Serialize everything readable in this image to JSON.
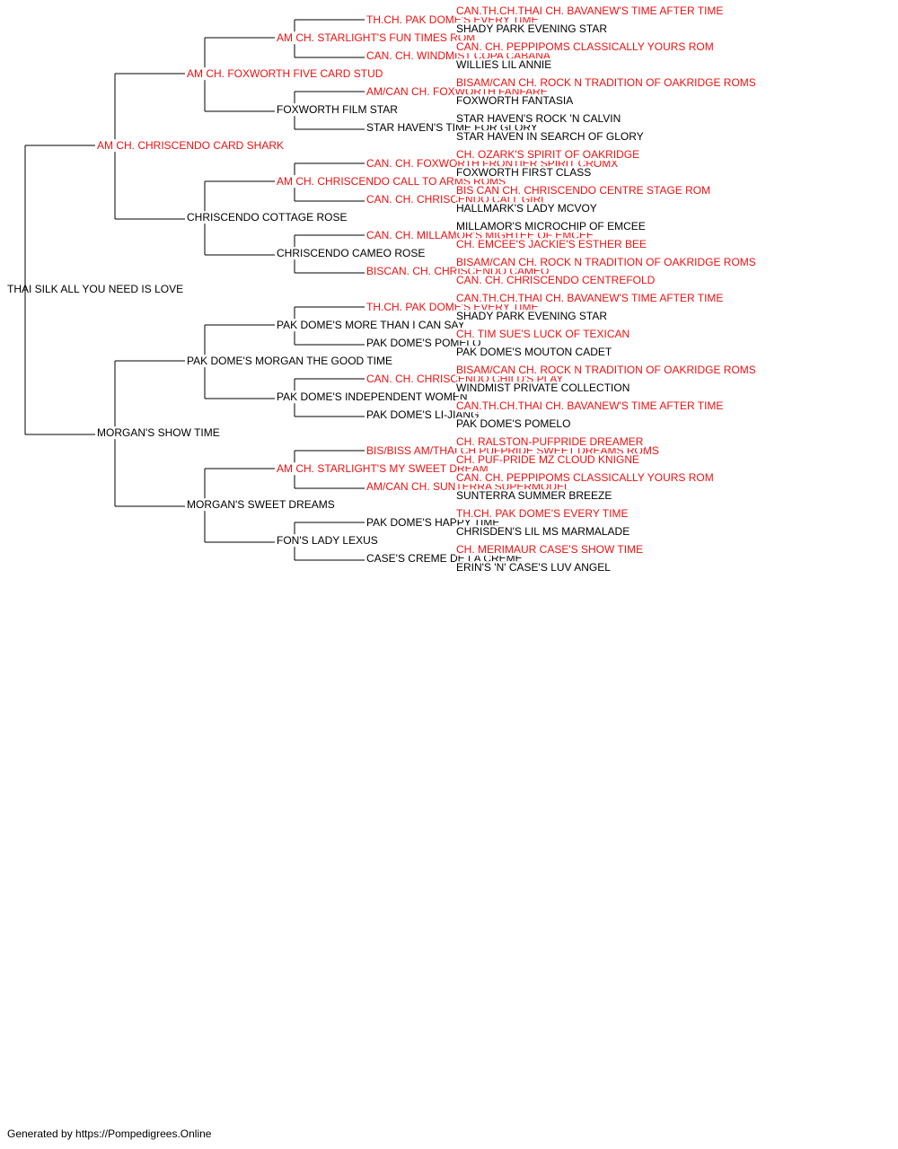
{
  "colors": {
    "champion": "#ee1111",
    "normal": "#000000",
    "line": "#000000"
  },
  "footer": "Generated by https://Pompedigrees.Online",
  "pedigree": {
    "name": "THAI SILK ALL YOU NEED IS LOVE",
    "ch": false,
    "sire": {
      "name": "AM CH. CHRISCENDO CARD SHARK",
      "ch": true,
      "sire": {
        "name": "AM CH. FOXWORTH FIVE CARD STUD",
        "ch": true,
        "sire": {
          "name": "AM CH. STARLIGHT'S FUN TIMES ROM",
          "ch": true,
          "sire": {
            "name": "TH.CH. PAK DOME'S EVERY TIME",
            "ch": true,
            "sire": {
              "name": "CAN.TH.CH.THAI CH. BAVANEW'S TIME AFTER TIME",
              "ch": true
            },
            "dam": {
              "name": "SHADY PARK EVENING STAR",
              "ch": false
            }
          },
          "dam": {
            "name": "CAN. CH. WINDMIST COPA CABANA",
            "ch": true,
            "sire": {
              "name": "CAN. CH. PEPPIPOMS CLASSICALLY YOURS ROM",
              "ch": true
            },
            "dam": {
              "name": "WILLIES LIL ANNIE",
              "ch": false
            }
          }
        },
        "dam": {
          "name": "FOXWORTH FILM STAR",
          "ch": false,
          "sire": {
            "name": "AM/CAN CH. FOXWORTH FANFARE",
            "ch": true,
            "sire": {
              "name": "BISAM/CAN CH. ROCK N TRADITION OF OAKRIDGE ROMS",
              "ch": true
            },
            "dam": {
              "name": "FOXWORTH FANTASIA",
              "ch": false
            }
          },
          "dam": {
            "name": "STAR HAVEN'S TIME FOR GLORY",
            "ch": false,
            "sire": {
              "name": "STAR HAVEN'S ROCK 'N CALVIN",
              "ch": false
            },
            "dam": {
              "name": "STAR HAVEN IN SEARCH OF GLORY",
              "ch": false
            }
          }
        }
      },
      "dam": {
        "name": "CHRISCENDO COTTAGE ROSE",
        "ch": false,
        "sire": {
          "name": "AM CH. CHRISCENDO CALL TO ARMS ROMS",
          "ch": true,
          "sire": {
            "name": "CAN. CH. FOXWORTH FRONTIER SPIRIT CROMX",
            "ch": true,
            "sire": {
              "name": "CH. OZARK'S SPIRIT OF OAKRIDGE",
              "ch": true
            },
            "dam": {
              "name": "FOXWORTH FIRST CLASS",
              "ch": false
            }
          },
          "dam": {
            "name": "CAN. CH. CHRISCENDO CALL GIRL",
            "ch": true,
            "sire": {
              "name": "BIS CAN CH. CHRISCENDO CENTRE STAGE ROM",
              "ch": true
            },
            "dam": {
              "name": "HALLMARK'S LADY MCVOY",
              "ch": false
            }
          }
        },
        "dam": {
          "name": "CHRISCENDO CAMEO ROSE",
          "ch": false,
          "sire": {
            "name": "CAN. CH. MILLAMOR'S MIGHTEE OF EMCEE",
            "ch": true,
            "sire": {
              "name": "MILLAMOR'S MICROCHIP OF EMCEE",
              "ch": false
            },
            "dam": {
              "name": "CH. EMCEE'S JACKIE'S ESTHER BEE",
              "ch": true
            }
          },
          "dam": {
            "name": "BISCAN. CH. CHRISCENDO CAMEO",
            "ch": true,
            "sire": {
              "name": "BISAM/CAN CH. ROCK N TRADITION OF OAKRIDGE ROMS",
              "ch": true
            },
            "dam": {
              "name": "CAN. CH. CHRISCENDO CENTREFOLD",
              "ch": true
            }
          }
        }
      }
    },
    "dam": {
      "name": "MORGAN'S SHOW TIME",
      "ch": false,
      "sire": {
        "name": "PAK DOME'S MORGAN THE GOOD TIME",
        "ch": false,
        "sire": {
          "name": "PAK DOME'S MORE THAN I CAN SAY",
          "ch": false,
          "sire": {
            "name": "TH.CH. PAK DOME'S EVERY TIME",
            "ch": true,
            "sire": {
              "name": "CAN.TH.CH.THAI CH. BAVANEW'S TIME AFTER TIME",
              "ch": true
            },
            "dam": {
              "name": "SHADY PARK EVENING STAR",
              "ch": false
            }
          },
          "dam": {
            "name": "PAK DOME'S POMELO",
            "ch": false,
            "sire": {
              "name": "CH. TIM SUE'S LUCK OF TEXICAN",
              "ch": true
            },
            "dam": {
              "name": "PAK DOME'S MOUTON CADET",
              "ch": false
            }
          }
        },
        "dam": {
          "name": "PAK DOME'S INDEPENDENT WOMEN",
          "ch": false,
          "sire": {
            "name": "CAN. CH. CHRISCENDO CHILD'S PLAY",
            "ch": true,
            "sire": {
              "name": "BISAM/CAN CH. ROCK N TRADITION OF OAKRIDGE ROMS",
              "ch": true
            },
            "dam": {
              "name": "WINDMIST PRIVATE COLLECTION",
              "ch": false
            }
          },
          "dam": {
            "name": "PAK DOME'S LI-JIANG",
            "ch": false,
            "sire": {
              "name": "CAN.TH.CH.THAI CH. BAVANEW'S TIME AFTER TIME",
              "ch": true
            },
            "dam": {
              "name": "PAK DOME'S POMELO",
              "ch": false
            }
          }
        }
      },
      "dam": {
        "name": "MORGAN'S SWEET DREAMS",
        "ch": false,
        "sire": {
          "name": "AM CH. STARLIGHT'S MY SWEET DREAM",
          "ch": true,
          "sire": {
            "name": "BIS/BISS AM/THAI CH PUFPRIDE SWEET DREAMS ROMS",
            "ch": true,
            "sire": {
              "name": "CH. RALSTON-PUFPRIDE DREAMER",
              "ch": true
            },
            "dam": {
              "name": "CH. PUF-PRIDE MZ CLOUD KNIGNE",
              "ch": true
            }
          },
          "dam": {
            "name": "AM/CAN CH. SUNTERRA SUPERMODEL",
            "ch": true,
            "sire": {
              "name": "CAN. CH. PEPPIPOMS CLASSICALLY YOURS ROM",
              "ch": true
            },
            "dam": {
              "name": "SUNTERRA SUMMER BREEZE",
              "ch": false
            }
          }
        },
        "dam": {
          "name": "FON'S LADY LEXUS",
          "ch": false,
          "sire": {
            "name": "PAK DOME'S HAPPY TIME",
            "ch": false,
            "sire": {
              "name": "TH.CH. PAK DOME'S EVERY TIME",
              "ch": true
            },
            "dam": {
              "name": "CHRISDEN'S LIL MS MARMALADE",
              "ch": false
            }
          },
          "dam": {
            "name": "CASE'S CREME DE LA CREME",
            "ch": false,
            "sire": {
              "name": "CH. MERIMAUR CASE'S SHOW TIME",
              "ch": true
            },
            "dam": {
              "name": "ERIN'S 'N' CASE'S LUV ANGEL",
              "ch": false
            }
          }
        }
      }
    }
  }
}
